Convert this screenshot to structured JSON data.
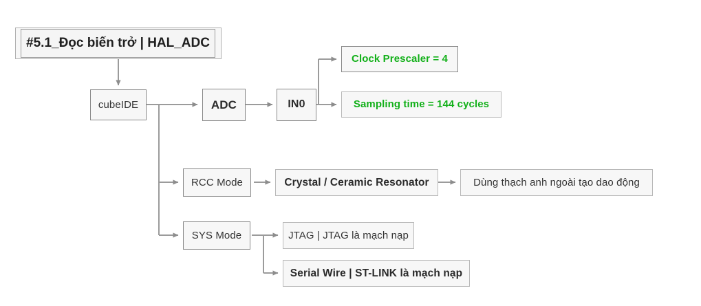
{
  "diagram": {
    "title": "#5.1_Đọc biến trở | HAL_ADC",
    "background": "#ffffff",
    "edge_color": "#9b9b9b",
    "accent_green": "#12b019",
    "nodes": {
      "title_box": {
        "label": "#5.1_Đọc biến trở | HAL_ADC"
      },
      "cubeide": {
        "label": "cubeIDE"
      },
      "adc": {
        "label": "ADC"
      },
      "in0": {
        "label": "IN0"
      },
      "clock_prescaler": {
        "label": "Clock Prescaler = 4"
      },
      "sampling_time": {
        "label": "Sampling time = 144 cycles"
      },
      "rcc_mode": {
        "label": "RCC Mode"
      },
      "crystal_resonator": {
        "label": "Crystal / Ceramic Resonator"
      },
      "crystal_note": {
        "label": "Dùng thạch anh ngoài tạo dao động"
      },
      "sys_mode": {
        "label": "SYS Mode"
      },
      "jtag": {
        "label": "JTAG | JTAG là mạch nạp"
      },
      "serial_wire": {
        "label": "Serial Wire | ST-LINK là mạch nạp"
      }
    },
    "edges": [
      {
        "from": "title_box",
        "to": "cubeide"
      },
      {
        "from": "cubeide",
        "to": "adc"
      },
      {
        "from": "adc",
        "to": "in0"
      },
      {
        "from": "in0",
        "to": "clock_prescaler"
      },
      {
        "from": "in0",
        "to": "sampling_time"
      },
      {
        "from": "cubeide",
        "to": "rcc_mode"
      },
      {
        "from": "rcc_mode",
        "to": "crystal_resonator"
      },
      {
        "from": "crystal_resonator",
        "to": "crystal_note"
      },
      {
        "from": "cubeide",
        "to": "sys_mode"
      },
      {
        "from": "sys_mode",
        "to": "jtag"
      },
      {
        "from": "sys_mode",
        "to": "serial_wire"
      }
    ]
  }
}
